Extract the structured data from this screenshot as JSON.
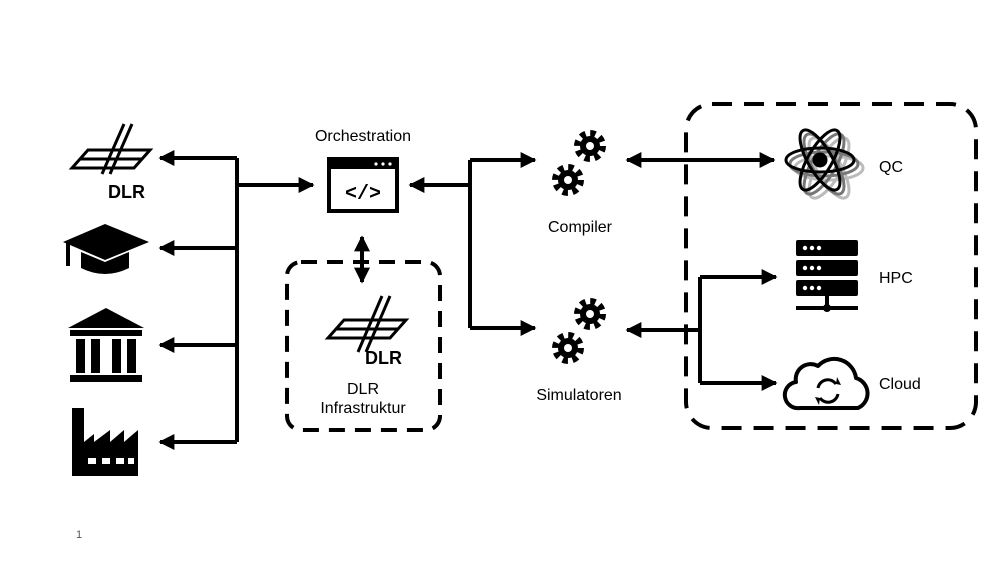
{
  "labels": {
    "orchestration": "Orchestration",
    "compiler": "Compiler",
    "simulators": "Simulatoren",
    "dlr_infra_line1": "DLR",
    "dlr_infra_line2": "Infrastruktur",
    "qc": "QC",
    "hpc": "HPC",
    "cloud": "Cloud",
    "dlr_logo_text": "DLR"
  },
  "page_number": "1",
  "icons": {
    "left_column": [
      "dlr-logo-icon",
      "graduation-cap-icon",
      "institution-building-icon",
      "factory-icon"
    ],
    "orchestration": "code-window-icon",
    "compiler": "gears-icon",
    "simulators": "gears-icon",
    "infrastructure": "dlr-logo-icon",
    "qc": "atom-icon",
    "hpc": "server-rack-icon",
    "cloud": "cloud-sync-icon"
  },
  "colors": {
    "stroke": "#000000",
    "background": "#ffffff"
  }
}
